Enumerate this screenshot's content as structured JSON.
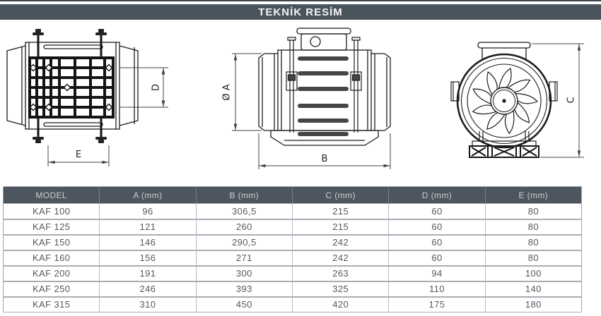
{
  "title": "TEKNİK RESİM",
  "colors": {
    "title_bar_bg": "#4a545c",
    "title_bar_text": "#f4f6f8",
    "table_header_bg": "#4d565e",
    "table_header_text": "#c9ced3",
    "row_text": "#54585d",
    "drawing_line": "#1c1c1c"
  },
  "drawings": {
    "grille_side_view": {
      "dim_d": "D",
      "dim_e": "E"
    },
    "side_view": {
      "dim_a": "Ø A",
      "dim_b": "B"
    },
    "front_view": {
      "dim_c": "C"
    }
  },
  "table": {
    "columns": [
      "MODEL",
      "A (mm)",
      "B (mm)",
      "C (mm)",
      "D (mm)",
      "E (mm)"
    ],
    "rows": [
      {
        "model": "KAF 100",
        "a": "96",
        "b": "306,5",
        "c": "215",
        "d": "60",
        "e": "80"
      },
      {
        "model": "KAF 125",
        "a": "121",
        "b": "260",
        "c": "215",
        "d": "60",
        "e": "80"
      },
      {
        "model": "KAF 150",
        "a": "146",
        "b": "290,5",
        "c": "242",
        "d": "60",
        "e": "80"
      },
      {
        "model": "KAF 160",
        "a": "156",
        "b": "271",
        "c": "242",
        "d": "60",
        "e": "80"
      },
      {
        "model": "KAF 200",
        "a": "191",
        "b": "300",
        "c": "263",
        "d": "94",
        "e": "100"
      },
      {
        "model": "KAF 250",
        "a": "246",
        "b": "393",
        "c": "325",
        "d": "110",
        "e": "140"
      },
      {
        "model": "KAF 315",
        "a": "310",
        "b": "450",
        "c": "420",
        "d": "175",
        "e": "180"
      }
    ]
  }
}
